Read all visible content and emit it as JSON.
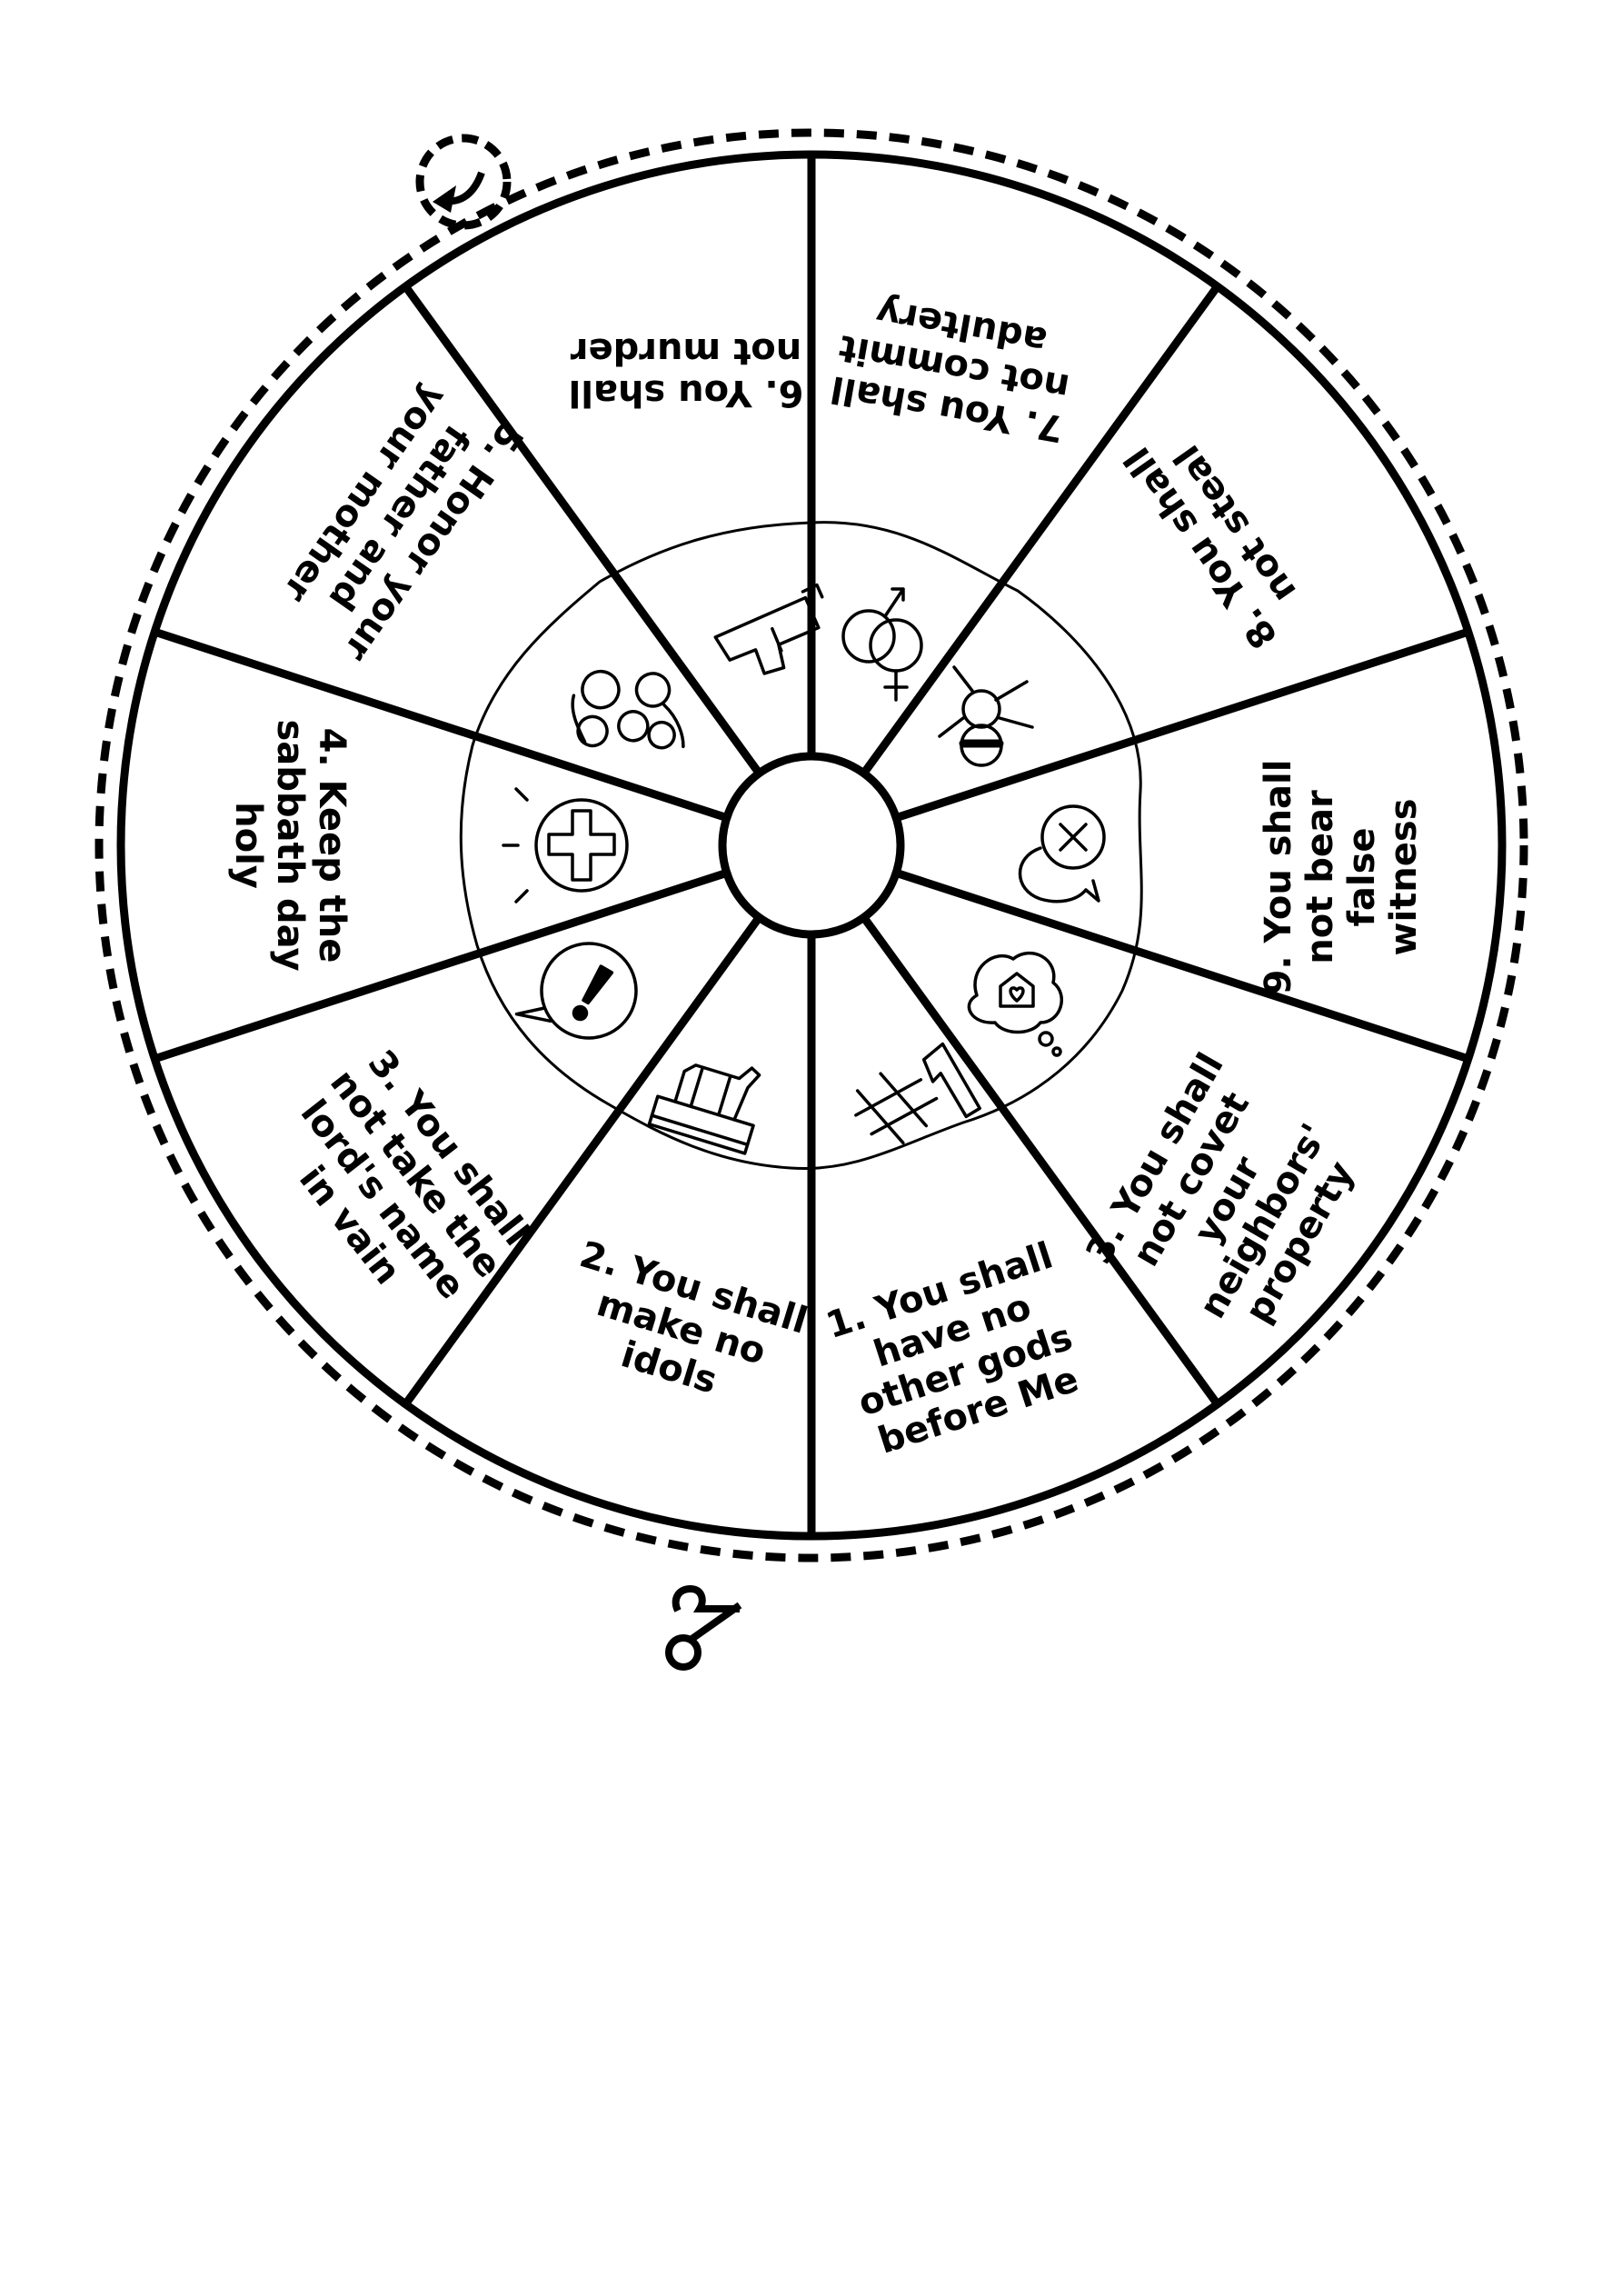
{
  "segments": [
    {
      "lines": [
        "1. You shall",
        "have no",
        "other gods",
        "before Me"
      ],
      "icon": "number-one-hashtag-icon"
    },
    {
      "lines": [
        "2. You shall",
        "make no",
        "idols"
      ],
      "icon": "golden-calf-idol-icon"
    },
    {
      "lines": [
        "3. You shall",
        "not take the",
        "lord's name",
        "in vain"
      ],
      "icon": "exclamation-speech-bubble-icon"
    },
    {
      "lines": [
        "4. Keep the",
        "sabbath day",
        "holy"
      ],
      "icon": "glowing-cross-icon"
    },
    {
      "lines": [
        "5. Honor your",
        "father and",
        "your mother"
      ],
      "icon": "family-icon"
    },
    {
      "lines": [
        "6. You shall",
        "not murder"
      ],
      "icon": "pistol-icon"
    },
    {
      "lines": [
        "7. You shall",
        "not commit",
        "adultery"
      ],
      "icon": "linked-gender-symbols-icon"
    },
    {
      "lines": [
        "8. You shall",
        "not steal"
      ],
      "icon": "masked-thief-icon"
    },
    {
      "lines": [
        "9. You shall",
        "not bear",
        "false",
        "witness"
      ],
      "icon": "crossed-speech-bubbles-icon"
    },
    {
      "lines": [
        "3. You shall",
        "not covet",
        "your",
        "neighbors'",
        "property"
      ],
      "icon": "house-thought-bubble-icon"
    }
  ],
  "decorations": {
    "cut_line_icon": "scissors-icon",
    "direction_icon": "curved-arrow-icon"
  },
  "colors": {
    "ink": "#000000",
    "paper": "#ffffff"
  }
}
